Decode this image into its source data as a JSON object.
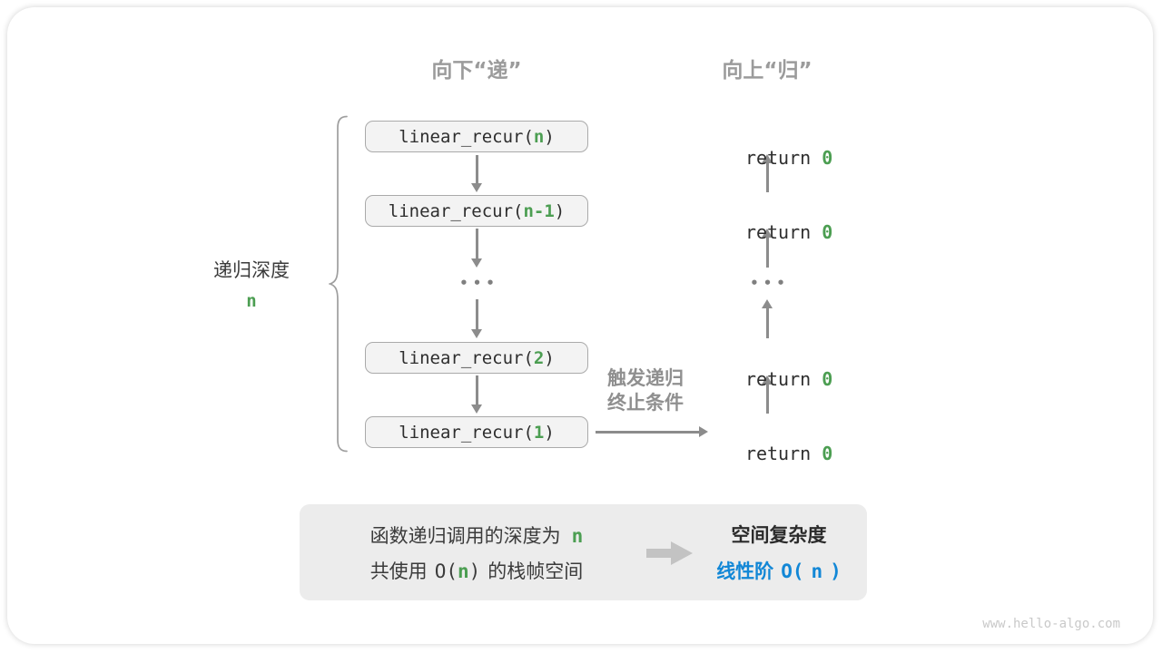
{
  "diagram": {
    "headers": {
      "descend": "向下“递”",
      "ascend": "向上“归”"
    },
    "depth_label": {
      "title": "递归深度",
      "value": "n"
    },
    "stack": [
      {
        "pre": "linear_recur(",
        "arg": "n",
        "post": ")"
      },
      {
        "pre": "linear_recur(",
        "arg": "n-1",
        "post": ")"
      },
      {
        "pre": "linear_recur(",
        "arg": "2",
        "post": ")"
      },
      {
        "pre": "linear_recur(",
        "arg": "1",
        "post": ")"
      }
    ],
    "ellipsis": "•••",
    "returns": [
      {
        "pre": "return",
        "val": "0"
      },
      {
        "pre": "return",
        "val": "0"
      },
      {
        "pre": "return",
        "val": "0"
      },
      {
        "pre": "return",
        "val": "0"
      }
    ],
    "terminate": {
      "line1": "触发递归",
      "line2": "终止条件"
    },
    "summary": {
      "line1_text": "函数递归调用的深度为",
      "line1_highlight": "n",
      "line2_pre": "共使用",
      "line2_code_open": "O(",
      "line2_n": "n",
      "line2_code_close": ")",
      "line2_post": "的栈帧空间",
      "result_title": "空间复杂度",
      "result_pre": "线性阶",
      "result_code_open": "O(",
      "result_n": "n",
      "result_code_close": ")"
    },
    "watermark": "www.hello-algo.com",
    "colors": {
      "green_accent": "#4c9e52",
      "blue_accent": "#1287d6",
      "arrow_gray": "#8c8c8c",
      "header_gray": "#9b9b9b",
      "box_bg": "#f3f3f3",
      "box_border": "#aaaaaa",
      "summary_bg": "#ececec"
    }
  }
}
